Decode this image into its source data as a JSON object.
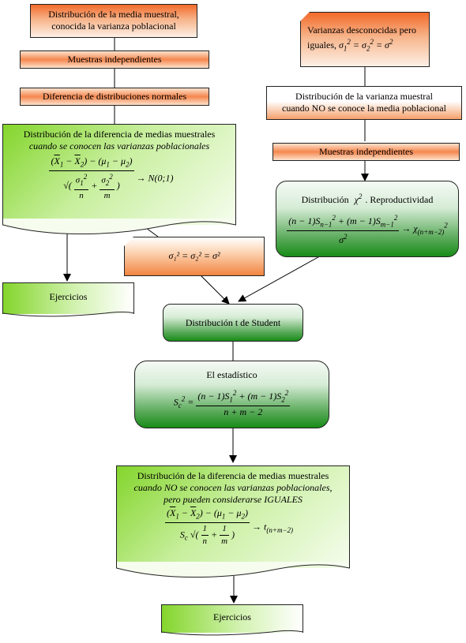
{
  "nodes": {
    "media_muestral": {
      "line1": "Distribución de la media muestral,",
      "line2": "conocida la varianza poblacional"
    },
    "muestras_indep_1": {
      "label": "Muestras independientes"
    },
    "dif_normales": {
      "label": "Diferencia de distribuciones normales"
    },
    "dif_medias_conocidas": {
      "line1": "Distribución de la diferencia de medias muestrales",
      "line2": "cuando se conocen las varianzas poblacionales",
      "result": "N(0;1)"
    },
    "varianzas_desconocidas": {
      "line1": "Varianzas desconocidas pero",
      "line2": "iguales,"
    },
    "dist_varianza_muestral": {
      "line1": "Distribución de la varianza muestral",
      "line2": "cuando NO se conoce la media poblacional"
    },
    "muestras_indep_2": {
      "label": "Muestras independientes"
    },
    "chi_cuadrado": {
      "prefix": "Distribución",
      "suffix": ". Reproductividad"
    },
    "sigma_iguales": {
      "label": "σ₁² = σ₂² = σ²"
    },
    "ejercicios_1": {
      "label": "Ejercicios"
    },
    "t_student": {
      "label": "Distribución t de Student"
    },
    "estadistico": {
      "label": "El estadístico"
    },
    "dif_medias_iguales": {
      "line1": "Distribución de la diferencia de medias muestrales",
      "line2": "cuando NO se conocen las varianzas poblacionales,",
      "line3": "pero pueden considerarse IGUALES"
    },
    "ejercicios_2": {
      "label": "Ejercicios"
    }
  },
  "colors": {
    "orange": "#f26a2a",
    "green": "#84d52c",
    "dark_green": "#178c17"
  }
}
